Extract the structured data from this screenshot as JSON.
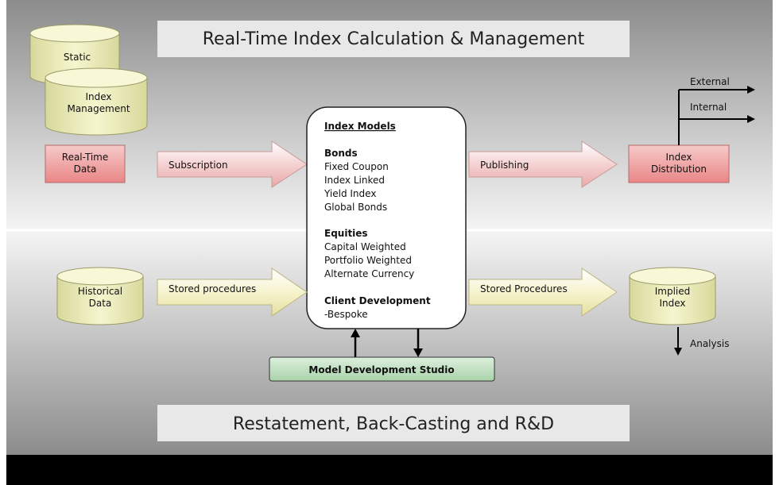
{
  "titles": {
    "top": "Real-Time Index Calculation & Management",
    "bottom": "Restatement, Back-Casting and R&D"
  },
  "nodes": {
    "static_db": "Static",
    "index_mgmt": [
      "Index",
      "Management"
    ],
    "realtime_data": [
      "Real-Time",
      "Data"
    ],
    "index_distribution": [
      "Index",
      "Distribution"
    ],
    "historical_data": [
      "Historical",
      "Data"
    ],
    "implied_index": [
      "Implied",
      "Index"
    ],
    "model_studio": "Model Development Studio"
  },
  "arrows": {
    "subscription": "Subscription",
    "publishing": "Publishing",
    "stored_procedures_in": "Stored procedures",
    "stored_procedures_out": "Stored Procedures",
    "external": "External",
    "internal": "Internal",
    "analysis": "Analysis"
  },
  "models": {
    "heading": "Index Models",
    "bonds_heading": "Bonds",
    "bonds": [
      "Fixed Coupon",
      "Index Linked",
      "Yield Index",
      "Global Bonds"
    ],
    "equities_heading": "Equities",
    "equities": [
      "Capital Weighted",
      "Portfolio Weighted",
      "Alternate Currency"
    ],
    "client_heading": "Client Development",
    "client": [
      "-Bespoke"
    ]
  },
  "colors": {
    "red_box": "#ee8f8f",
    "green_box": "#bfe0bf",
    "cylinder": "#eeeeb6",
    "arrow_red": "#f3c4c4",
    "arrow_yellow": "#f4f1c4",
    "footer": "#000000"
  }
}
